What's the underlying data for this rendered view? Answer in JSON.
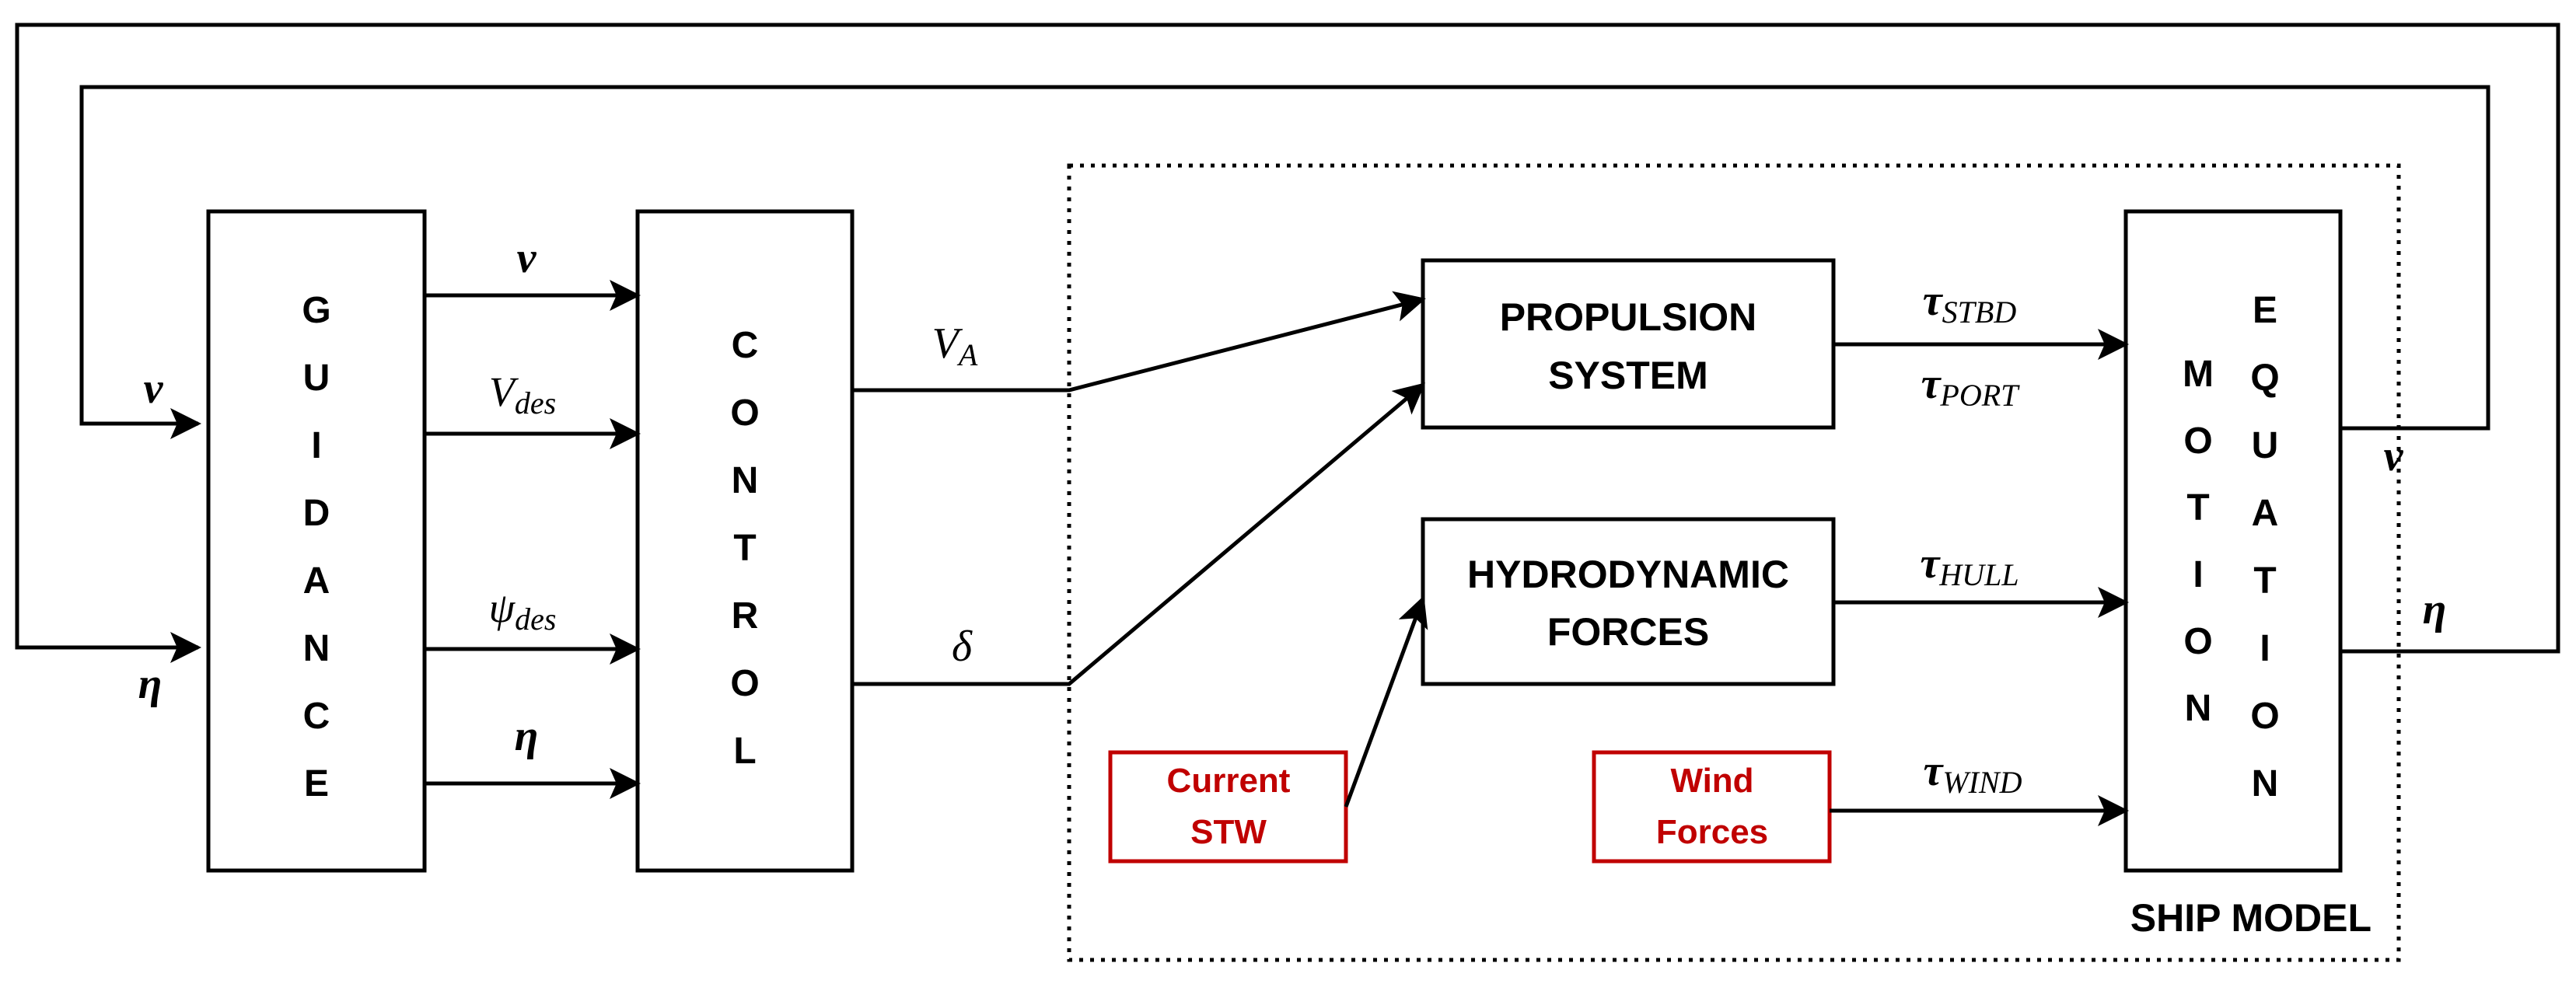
{
  "blocks": {
    "guidance": [
      "G",
      "U",
      "I",
      "D",
      "A",
      "N",
      "C",
      "E"
    ],
    "control": [
      "C",
      "O",
      "N",
      "T",
      "R",
      "O",
      "L"
    ],
    "propulsion": [
      "PROPULSION",
      "SYSTEM"
    ],
    "hydrodynamic": [
      "HYDRODYNAMIC",
      "FORCES"
    ],
    "motion_col1": [
      "M",
      "O",
      "T",
      "I",
      "O",
      "N"
    ],
    "motion_col2": [
      "E",
      "Q",
      "U",
      "A",
      "T",
      "I",
      "O",
      "N"
    ],
    "current": [
      "Current",
      "STW"
    ],
    "wind": [
      "Wind",
      "Forces"
    ]
  },
  "region_label": "SHIP MODEL",
  "signals": {
    "nu": "ν",
    "eta": "η",
    "v_des": {
      "base": "V",
      "sub": "des"
    },
    "psi_des": {
      "base": "ψ",
      "sub": "des"
    },
    "v_a": {
      "base": "V",
      "sub": "A"
    },
    "delta": "δ",
    "tau_stbd": {
      "base": "τ",
      "sub": "STBD"
    },
    "tau_port": {
      "base": "τ",
      "sub": "PORT"
    },
    "tau_hull": {
      "base": "τ",
      "sub": "HULL"
    },
    "tau_wind": {
      "base": "τ",
      "sub": "WIND"
    }
  },
  "colors": {
    "stroke": "#000000",
    "accent": "#c00000",
    "background": "#ffffff"
  }
}
